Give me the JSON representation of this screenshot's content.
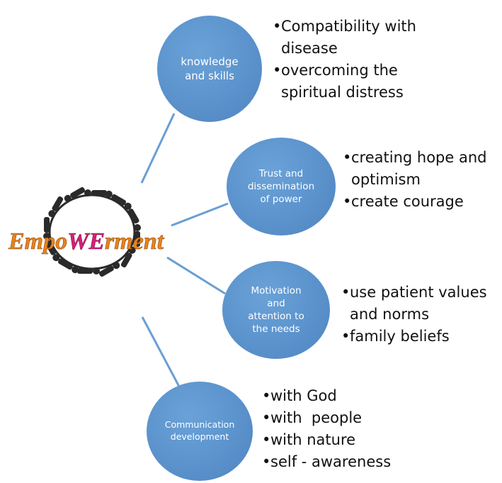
{
  "logo": {
    "text_before": "Empo",
    "text_we": "WE",
    "text_after": "rment"
  },
  "nodes": [
    {
      "label": "knowledge\nand skills",
      "bullets": [
        "Compatibility with disease",
        "overcoming the spiritual distress"
      ]
    },
    {
      "label": "Trust and\ndissemination\nof power",
      "bullets": [
        "creating hope and optimism",
        "create courage"
      ]
    },
    {
      "label": "Motivation\nand\nattention to\nthe needs",
      "bullets": [
        "use patient values and norms",
        "family beliefs"
      ]
    },
    {
      "label": "Communication\ndevelopment",
      "bullets": [
        "with God",
        "with  people",
        "with nature",
        "self - awareness"
      ]
    }
  ],
  "colors": {
    "circle": "#5a91cb",
    "connector": "#6a9fd4",
    "logo_orange": "#e8821e",
    "logo_magenta": "#d6207a"
  }
}
